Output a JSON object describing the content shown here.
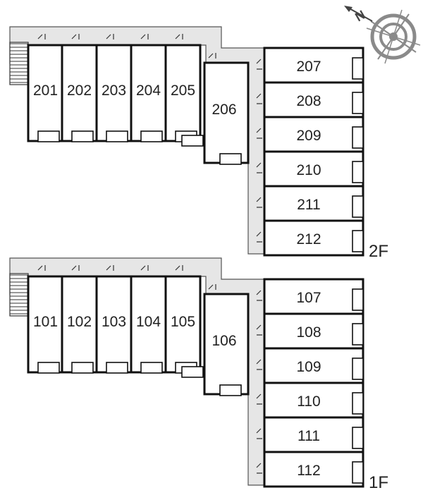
{
  "compass": {
    "north_label": "N",
    "icon": "compass-rose-icon"
  },
  "floors": [
    {
      "label": "2F",
      "left_units": [
        "201",
        "202",
        "203",
        "204",
        "205"
      ],
      "corner_unit": "206",
      "right_units": [
        "207",
        "208",
        "209",
        "210",
        "211",
        "212"
      ]
    },
    {
      "label": "1F",
      "left_units": [
        "101",
        "102",
        "103",
        "104",
        "105"
      ],
      "corner_unit": "106",
      "right_units": [
        "107",
        "108",
        "109",
        "110",
        "111",
        "112"
      ]
    }
  ],
  "colors": {
    "wall": "#111111",
    "corridor": "#e6e6e6",
    "corridor_edge": "#555555",
    "compass": "#8a8a8a"
  }
}
